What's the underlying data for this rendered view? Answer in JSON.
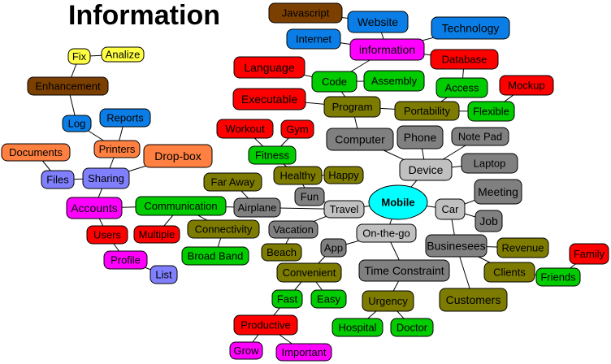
{
  "title": "Information",
  "colors": {
    "brown": "#7b3f00",
    "blue": "#0a7ee6",
    "magenta": "#ff00ff",
    "red": "#ff0000",
    "green": "#00cc00",
    "olive": "#7d7b00",
    "gray": "#808080",
    "lightgray": "#c0c0c0",
    "yellow": "#ffff44",
    "orange": "#ff8040",
    "periwinkle": "#8080ff",
    "cyan": "#00ffff"
  },
  "nodes": [
    {
      "id": "javascript",
      "label": "Javascript",
      "color": "brown"
    },
    {
      "id": "website",
      "label": "Website",
      "color": "blue"
    },
    {
      "id": "technology",
      "label": "Technology",
      "color": "blue"
    },
    {
      "id": "internet",
      "label": "Internet",
      "color": "blue"
    },
    {
      "id": "information",
      "label": "information",
      "color": "magenta"
    },
    {
      "id": "database",
      "label": "Database",
      "color": "red"
    },
    {
      "id": "fix",
      "label": "Fix",
      "color": "yellow"
    },
    {
      "id": "analize",
      "label": "Analize",
      "color": "yellow"
    },
    {
      "id": "enhancement",
      "label": "Enhancement",
      "color": "brown"
    },
    {
      "id": "language",
      "label": "Language",
      "color": "red"
    },
    {
      "id": "code",
      "label": "Code",
      "color": "green"
    },
    {
      "id": "assembly",
      "label": "Assembly",
      "color": "green"
    },
    {
      "id": "access",
      "label": "Access",
      "color": "green"
    },
    {
      "id": "mockup",
      "label": "Mockup",
      "color": "red"
    },
    {
      "id": "executable",
      "label": "Executable",
      "color": "red"
    },
    {
      "id": "program",
      "label": "Program",
      "color": "olive"
    },
    {
      "id": "portability",
      "label": "Portability",
      "color": "olive"
    },
    {
      "id": "flexible",
      "label": "Flexible",
      "color": "green"
    },
    {
      "id": "log",
      "label": "Log",
      "color": "blue"
    },
    {
      "id": "reports",
      "label": "Reports",
      "color": "blue"
    },
    {
      "id": "workout",
      "label": "Workout",
      "color": "red"
    },
    {
      "id": "gym",
      "label": "Gym",
      "color": "red"
    },
    {
      "id": "computer",
      "label": "Computer",
      "color": "gray"
    },
    {
      "id": "phone",
      "label": "Phone",
      "color": "gray"
    },
    {
      "id": "notepad",
      "label": "Note Pad",
      "color": "gray"
    },
    {
      "id": "printers",
      "label": "Printers",
      "color": "orange"
    },
    {
      "id": "documents",
      "label": "Documents",
      "color": "orange"
    },
    {
      "id": "dropbox",
      "label": "Drop-box",
      "color": "orange"
    },
    {
      "id": "fitness",
      "label": "Fitness",
      "color": "green"
    },
    {
      "id": "laptop",
      "label": "Laptop",
      "color": "gray"
    },
    {
      "id": "device",
      "label": "Device",
      "color": "lightgray"
    },
    {
      "id": "healthy",
      "label": "Healthy",
      "color": "olive"
    },
    {
      "id": "happy",
      "label": "Happy",
      "color": "olive"
    },
    {
      "id": "files",
      "label": "Files",
      "color": "periwinkle"
    },
    {
      "id": "sharing",
      "label": "Sharing",
      "color": "periwinkle"
    },
    {
      "id": "faraway",
      "label": "Far Away",
      "color": "olive"
    },
    {
      "id": "fun",
      "label": "Fun",
      "color": "gray"
    },
    {
      "id": "meeting",
      "label": "Meeting",
      "color": "gray"
    },
    {
      "id": "accounts",
      "label": "Accounts",
      "color": "magenta"
    },
    {
      "id": "communication",
      "label": "Communication",
      "color": "green"
    },
    {
      "id": "airplane",
      "label": "Airplane",
      "color": "gray"
    },
    {
      "id": "travel",
      "label": "Travel",
      "color": "lightgray"
    },
    {
      "id": "mobile",
      "label": "Mobile",
      "color": "cyan"
    },
    {
      "id": "car",
      "label": "Car",
      "color": "lightgray"
    },
    {
      "id": "connectivity",
      "label": "Connectivity",
      "color": "olive"
    },
    {
      "id": "vacation",
      "label": "Vacation",
      "color": "gray"
    },
    {
      "id": "job",
      "label": "Job",
      "color": "gray"
    },
    {
      "id": "users",
      "label": "Users",
      "color": "red"
    },
    {
      "id": "multiple",
      "label": "Multiple",
      "color": "red"
    },
    {
      "id": "onthego",
      "label": "On-the-go",
      "color": "lightgray"
    },
    {
      "id": "businesses",
      "label": "Businesees",
      "color": "gray"
    },
    {
      "id": "revenue",
      "label": "Revenue",
      "color": "olive"
    },
    {
      "id": "family",
      "label": "Family",
      "color": "red"
    },
    {
      "id": "beach",
      "label": "Beach",
      "color": "olive"
    },
    {
      "id": "app",
      "label": "App",
      "color": "gray"
    },
    {
      "id": "broadband",
      "label": "Broad Band",
      "color": "green"
    },
    {
      "id": "profile",
      "label": "Profile",
      "color": "magenta"
    },
    {
      "id": "convenient",
      "label": "Convenient",
      "color": "olive"
    },
    {
      "id": "timeconstraint",
      "label": "Time Constraint",
      "color": "gray"
    },
    {
      "id": "clients",
      "label": "Clients",
      "color": "olive"
    },
    {
      "id": "friends",
      "label": "Friends",
      "color": "green"
    },
    {
      "id": "list",
      "label": "List",
      "color": "periwinkle"
    },
    {
      "id": "fast",
      "label": "Fast",
      "color": "green"
    },
    {
      "id": "easy",
      "label": "Easy",
      "color": "green"
    },
    {
      "id": "urgency",
      "label": "Urgency",
      "color": "olive"
    },
    {
      "id": "customers",
      "label": "Customers",
      "color": "olive"
    },
    {
      "id": "productive",
      "label": "Productive",
      "color": "red"
    },
    {
      "id": "hospital",
      "label": "Hospital",
      "color": "green"
    },
    {
      "id": "doctor",
      "label": "Doctor",
      "color": "green"
    },
    {
      "id": "grow",
      "label": "Grow",
      "color": "magenta"
    },
    {
      "id": "important",
      "label": "Important",
      "color": "magenta"
    }
  ],
  "edges": [
    [
      "mobile",
      "travel"
    ],
    [
      "mobile",
      "car"
    ],
    [
      "mobile",
      "device"
    ],
    [
      "mobile",
      "onthego"
    ],
    [
      "device",
      "computer"
    ],
    [
      "device",
      "phone"
    ],
    [
      "device",
      "notepad"
    ],
    [
      "device",
      "laptop"
    ],
    [
      "computer",
      "program"
    ],
    [
      "program",
      "code"
    ],
    [
      "program",
      "executable"
    ],
    [
      "program",
      "portability"
    ],
    [
      "code",
      "language"
    ],
    [
      "code",
      "assembly"
    ],
    [
      "code",
      "information"
    ],
    [
      "portability",
      "access"
    ],
    [
      "portability",
      "flexible"
    ],
    [
      "access",
      "database"
    ],
    [
      "flexible",
      "mockup"
    ],
    [
      "information",
      "internet"
    ],
    [
      "information",
      "website"
    ],
    [
      "information",
      "technology"
    ],
    [
      "information",
      "database"
    ],
    [
      "website",
      "javascript"
    ],
    [
      "car",
      "meeting"
    ],
    [
      "car",
      "job"
    ],
    [
      "car",
      "businesses"
    ],
    [
      "businesses",
      "revenue"
    ],
    [
      "businesses",
      "clients"
    ],
    [
      "businesses",
      "customers"
    ],
    [
      "clients",
      "friends"
    ],
    [
      "friends",
      "family"
    ],
    [
      "onthego",
      "app"
    ],
    [
      "onthego",
      "timeconstraint"
    ],
    [
      "timeconstraint",
      "urgency"
    ],
    [
      "urgency",
      "hospital"
    ],
    [
      "urgency",
      "doctor"
    ],
    [
      "app",
      "convenient"
    ],
    [
      "convenient",
      "fast"
    ],
    [
      "convenient",
      "easy"
    ],
    [
      "fast",
      "productive"
    ],
    [
      "productive",
      "grow"
    ],
    [
      "productive",
      "important"
    ],
    [
      "travel",
      "fun"
    ],
    [
      "travel",
      "airplane"
    ],
    [
      "travel",
      "vacation"
    ],
    [
      "vacation",
      "beach"
    ],
    [
      "fun",
      "healthy"
    ],
    [
      "healthy",
      "happy"
    ],
    [
      "healthy",
      "fitness"
    ],
    [
      "fitness",
      "workout"
    ],
    [
      "fitness",
      "gym"
    ],
    [
      "airplane",
      "faraway"
    ],
    [
      "airplane",
      "communication"
    ],
    [
      "communication",
      "accounts"
    ],
    [
      "communication",
      "connectivity"
    ],
    [
      "communication",
      "multiple"
    ],
    [
      "connectivity",
      "broadband"
    ],
    [
      "accounts",
      "users"
    ],
    [
      "accounts",
      "sharing"
    ],
    [
      "users",
      "profile"
    ],
    [
      "profile",
      "list"
    ],
    [
      "sharing",
      "files"
    ],
    [
      "sharing",
      "printers"
    ],
    [
      "sharing",
      "dropbox"
    ],
    [
      "files",
      "documents"
    ],
    [
      "printers",
      "log"
    ],
    [
      "printers",
      "reports"
    ],
    [
      "log",
      "enhancement"
    ],
    [
      "enhancement",
      "fix"
    ],
    [
      "fix",
      "analize"
    ]
  ]
}
